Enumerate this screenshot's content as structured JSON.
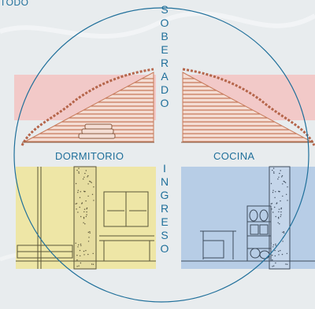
{
  "corner_text": "TODO",
  "vertical_top": [
    "S",
    "O",
    "B",
    "E",
    "R",
    "A",
    "D",
    "O"
  ],
  "vertical_bottom": [
    "I",
    "N",
    "G",
    "R",
    "E",
    "S",
    "O"
  ],
  "rooms": {
    "bedroom": "DORMITORIO",
    "kitchen": "COCINA"
  },
  "colors": {
    "text": "#1f6f9a",
    "circle": "#1f6f9a",
    "attic_band": "#f2c9c8",
    "bedroom_fill": "#eee6a6",
    "kitchen_fill": "#b7cde6",
    "roof": "#c77a5a",
    "background": "#e8ecee"
  }
}
